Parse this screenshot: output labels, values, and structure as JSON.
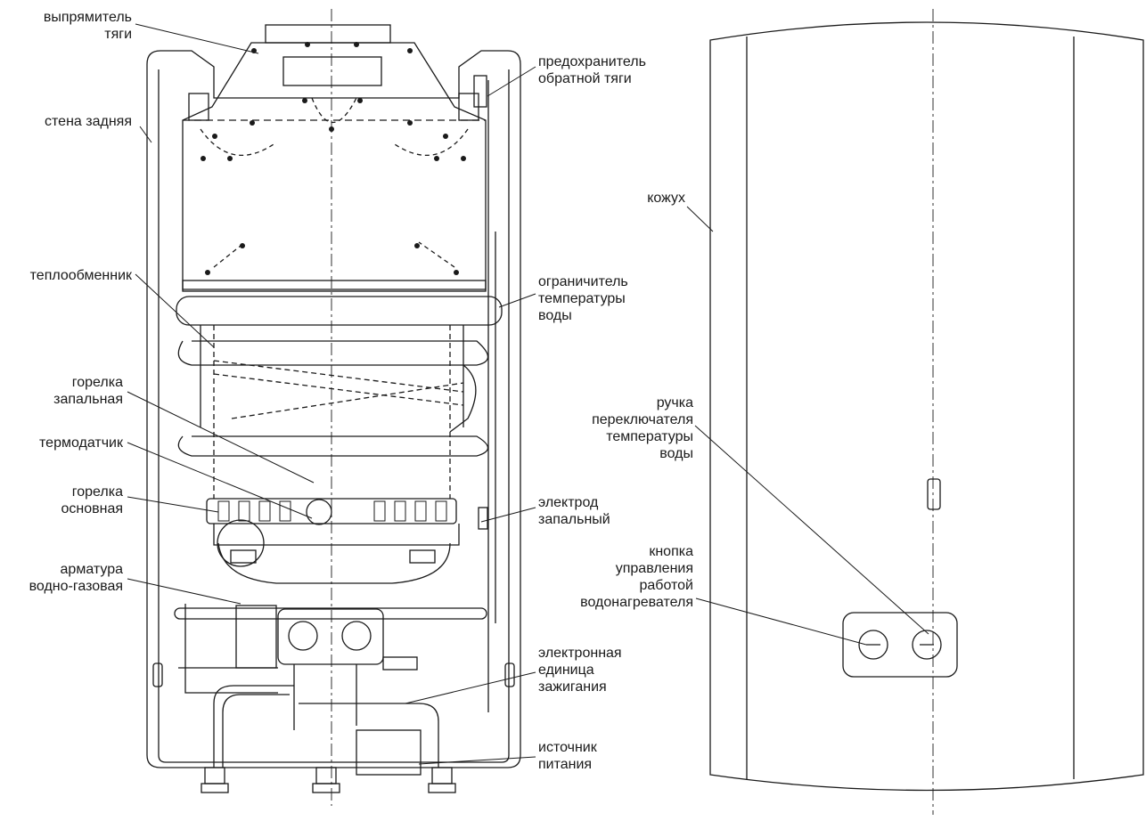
{
  "labels": {
    "draft_diverter": [
      "выпрямитель",
      "тяги"
    ],
    "back_wall": [
      "стена задняя"
    ],
    "heat_exchanger": [
      "теплообменник"
    ],
    "pilot_burner": [
      "горелка",
      "запальная"
    ],
    "thermocouple": [
      "термодатчик"
    ],
    "main_burner": [
      "горелка",
      "основная"
    ],
    "water_gas_valve": [
      "арматура",
      "водно-газовая"
    ],
    "backdraft_safety": [
      "предохранитель",
      "обратной тяги"
    ],
    "water_temp_limiter": [
      "ограничитель",
      "температуры",
      "воды"
    ],
    "ignition_electrode": [
      "электрод",
      "запальный"
    ],
    "ignition_unit": [
      "электронная",
      "единица",
      "зажигания"
    ],
    "power_source": [
      "источник",
      "питания"
    ],
    "casing": [
      "кожух"
    ],
    "temp_switch_knob": [
      "ручка",
      "переключателя",
      "температуры",
      "воды"
    ],
    "control_button": [
      "кнопка",
      "управления",
      "работой",
      "водонагревателя"
    ]
  },
  "colors": {
    "line": "#1a1a1a",
    "background": "#ffffff"
  }
}
